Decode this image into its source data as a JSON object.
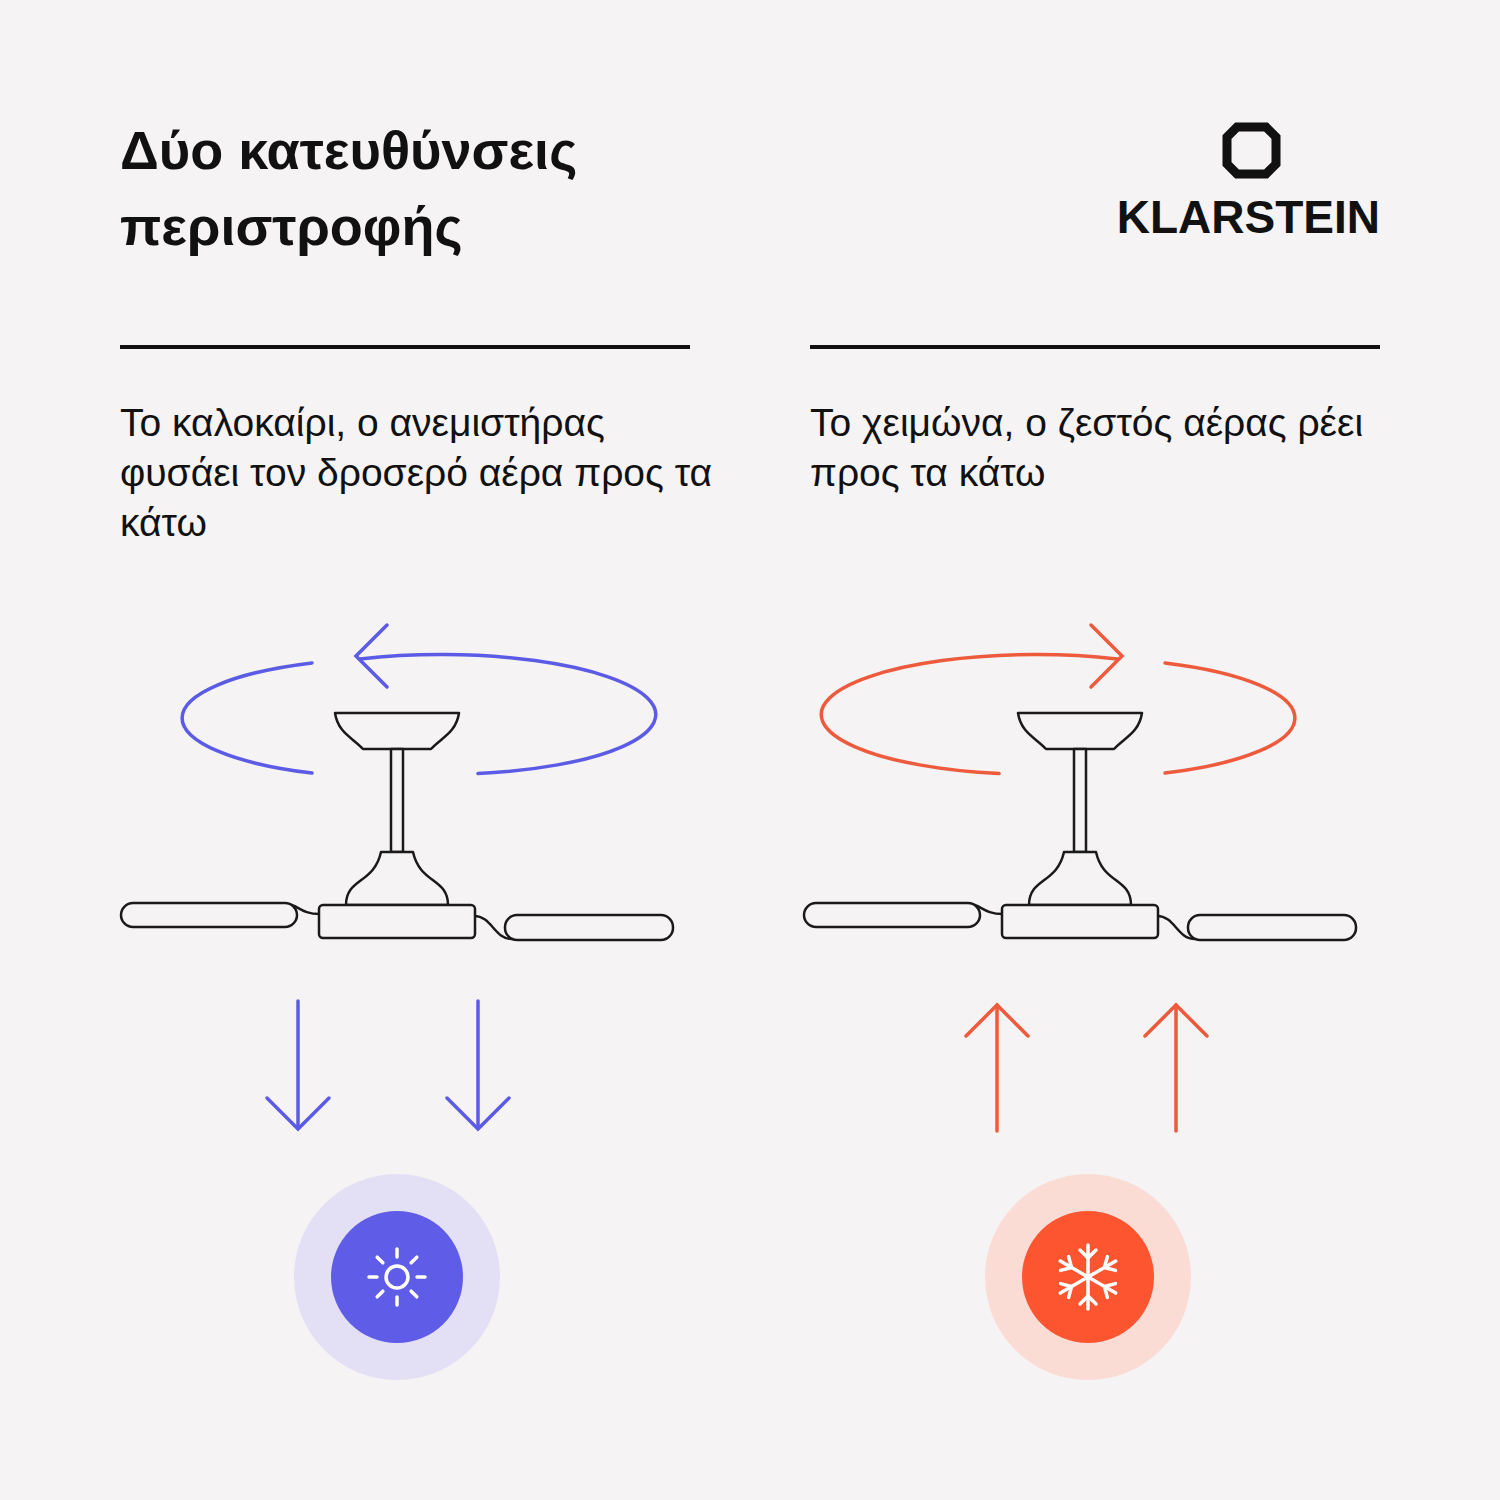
{
  "diagram": {
    "title": "Δύο κατευθύνσεις περιστροφής",
    "labels": [
      "KLARSTEIN",
      "Το καλοκαίρι, ο ανεμιστήρας φυσάει τον δροσερό αέρα προς τα κάτω",
      "Το χειμώνα, ο ζεστός αέρας ρέει προς τα κάτω"
    ]
  }
}
